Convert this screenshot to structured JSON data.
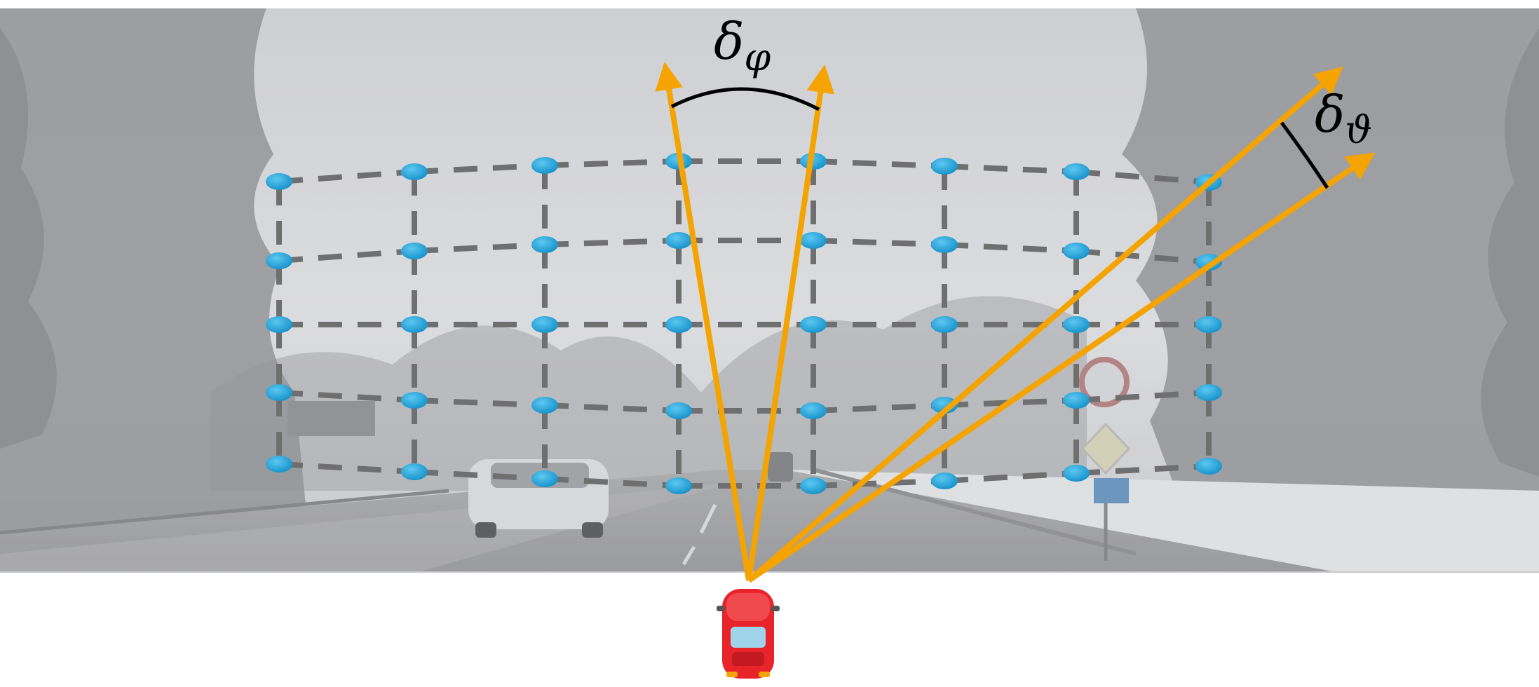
{
  "labels": {
    "azimuth_resolution": {
      "symbol": "δ",
      "subscript": "φ"
    },
    "elevation_resolution": {
      "symbol": "δ",
      "subscript": "ϑ"
    }
  },
  "grid": {
    "columns": 8,
    "rows": 5
  },
  "colors": {
    "background_photo_sky": "#c9cbcf",
    "grid_line": "#6f6f6f",
    "sample_point": "#1aa3dc",
    "ray": "#f4a300",
    "angle_arc": "#000000",
    "vehicle": "#e8232a"
  },
  "icons": {
    "vehicle": "red-car-icon"
  }
}
